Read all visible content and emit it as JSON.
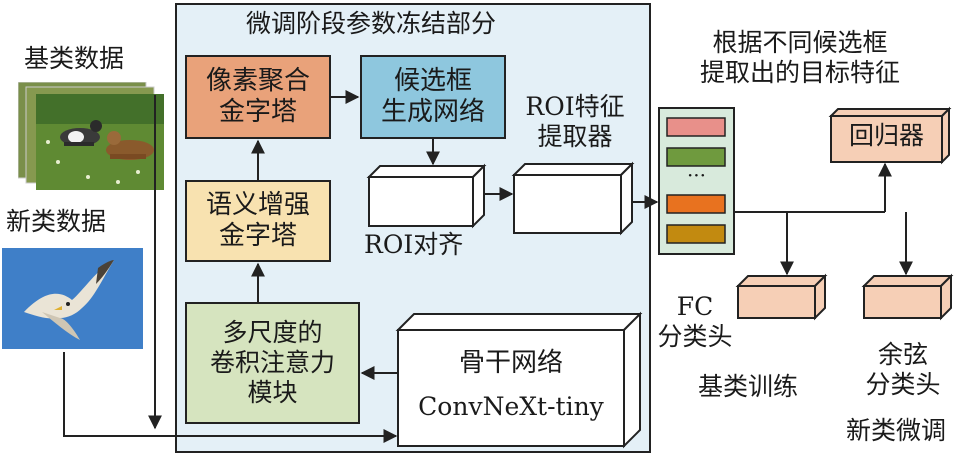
{
  "inputs": {
    "base_label": "基类数据",
    "novel_label": "新类数据"
  },
  "frozen_region": {
    "title": "微调阶段参数冻结部分"
  },
  "modules": {
    "pixel_pyramid": "像素聚合\n金字塔",
    "rpn": "候选框\n生成网络",
    "semantic_pyramid": "语义增强\n金字塔",
    "multiscale_attention": "多尺度的\n卷积注意力\n模块",
    "backbone_title": "骨干网络",
    "backbone_name": "ConvNeXt-tiny",
    "roi_align": "ROI对齐",
    "roi_extractor": "ROI特征\n提取器"
  },
  "features": {
    "title": "根据不同候选框\n提取出的目标特征",
    "ellipsis": "···",
    "colors": [
      "#e8908a",
      "#6f9a3e",
      "#e8721f",
      "#c28a10"
    ]
  },
  "heads": {
    "regressor": "回归器",
    "fc_head": "FC\n分类头",
    "fc_train": "基类训练",
    "cosine_head": "余弦\n分类头",
    "cosine_finetune": "新类微调"
  },
  "colors": {
    "frozen_bg": "#e4f0f7",
    "pixel_pyramid_fill": "#e9a27a",
    "rpn_fill": "#8ec7de",
    "semantic_pyramid_fill": "#f8e2b0",
    "attention_fill": "#d6e4bf",
    "head_fill": "#f6cfb6",
    "feature_stack_fill": "#d8eadc"
  }
}
